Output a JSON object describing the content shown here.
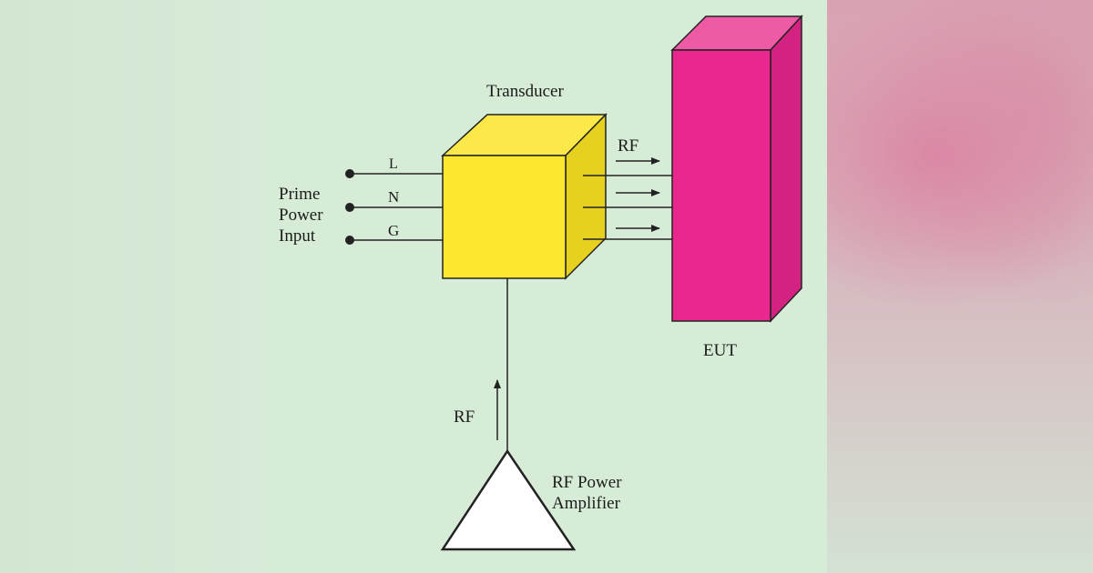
{
  "diagram": {
    "labels": {
      "transducer": "Transducer",
      "rf_out": "RF",
      "line_l": "L",
      "line_n": "N",
      "line_g": "G",
      "prime_power": [
        "Prime",
        "Power",
        "Input"
      ],
      "eut": "EUT",
      "rf_in": "RF",
      "amplifier": [
        "RF Power",
        "Amplifier"
      ]
    },
    "colors": {
      "transducer_front": "#fde82e",
      "transducer_top": "#fde84a",
      "transducer_side": "#e6d21e",
      "eut_front": "#e9278f",
      "eut_top": "#ee5aa6",
      "eut_side": "#d42283",
      "line": "#222222",
      "amplifier_fill": "#ffffff"
    }
  }
}
